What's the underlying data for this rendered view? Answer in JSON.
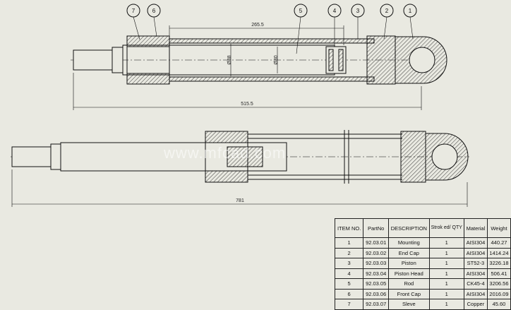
{
  "balloons": [
    "7",
    "6",
    "5",
    "4",
    "3",
    "2",
    "1"
  ],
  "dimensions": {
    "stroke": "265.5",
    "bore": "Ø38",
    "rod": "Ø30",
    "total_length": "515.5",
    "extended_length": "781"
  },
  "watermark": "www.mfcad.com",
  "bom": {
    "headers": [
      "ITEM NO.",
      "PartNo",
      "DESCRIPTION",
      "Strok ed/ QTY",
      "Material",
      "Weight"
    ],
    "rows": [
      [
        "1",
        "92.03.01",
        "Mounting",
        "1",
        "AISI304",
        "440.27"
      ],
      [
        "2",
        "92.03.02",
        "End Cap",
        "1",
        "AISI304",
        "1414.24"
      ],
      [
        "3",
        "92.03.03",
        "Piston",
        "1",
        "ST52-3",
        "3226.18"
      ],
      [
        "4",
        "92.03.04",
        "Piston Head",
        "1",
        "AISI304",
        "506.41"
      ],
      [
        "5",
        "92.03.05",
        "Rod",
        "1",
        "CK45-4",
        "3206.56"
      ],
      [
        "6",
        "92.03.06",
        "Front Cap",
        "1",
        "AISI304",
        "2016.09"
      ],
      [
        "7",
        "92.03.07",
        "Sleve",
        "1",
        "Copper",
        "45.60"
      ]
    ]
  },
  "colors": {
    "background": "#e9e9e1",
    "line": "#1a1a1a",
    "watermark": "#ffffff"
  }
}
